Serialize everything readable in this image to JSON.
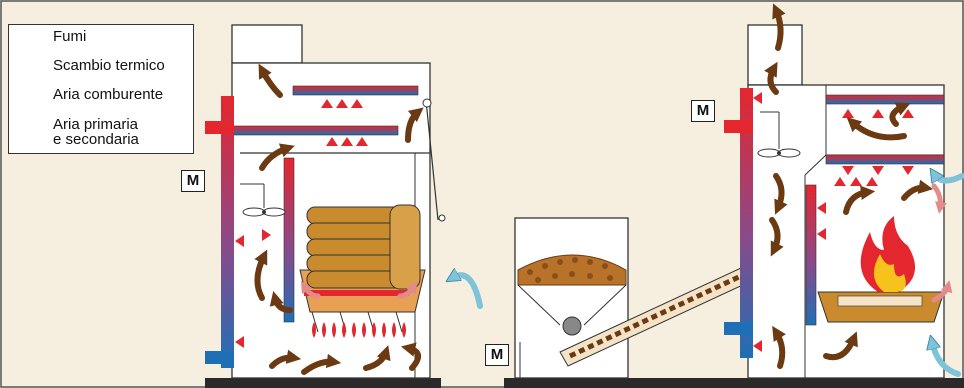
{
  "legend": {
    "items": [
      {
        "key": "fumi",
        "label": "Fumi",
        "color": "#6b3a12"
      },
      {
        "key": "scambio",
        "label": "Scambio termico",
        "color": "#e4262e"
      },
      {
        "key": "aria_comb",
        "label": "Aria comburente",
        "color": "#7ec3d8"
      },
      {
        "key": "aria_prim",
        "label": "Aria primaria",
        "label2": "e secondaria",
        "color": "#e38a8a"
      }
    ]
  },
  "motor_label": "M",
  "colors": {
    "background": "#f6efdf",
    "hot": "#e4262e",
    "cold": "#1e6fb5",
    "smoke": "#6b3a12",
    "air": "#7ec3d8",
    "wood": "#c98b2e",
    "pellet": "#b9722a"
  }
}
